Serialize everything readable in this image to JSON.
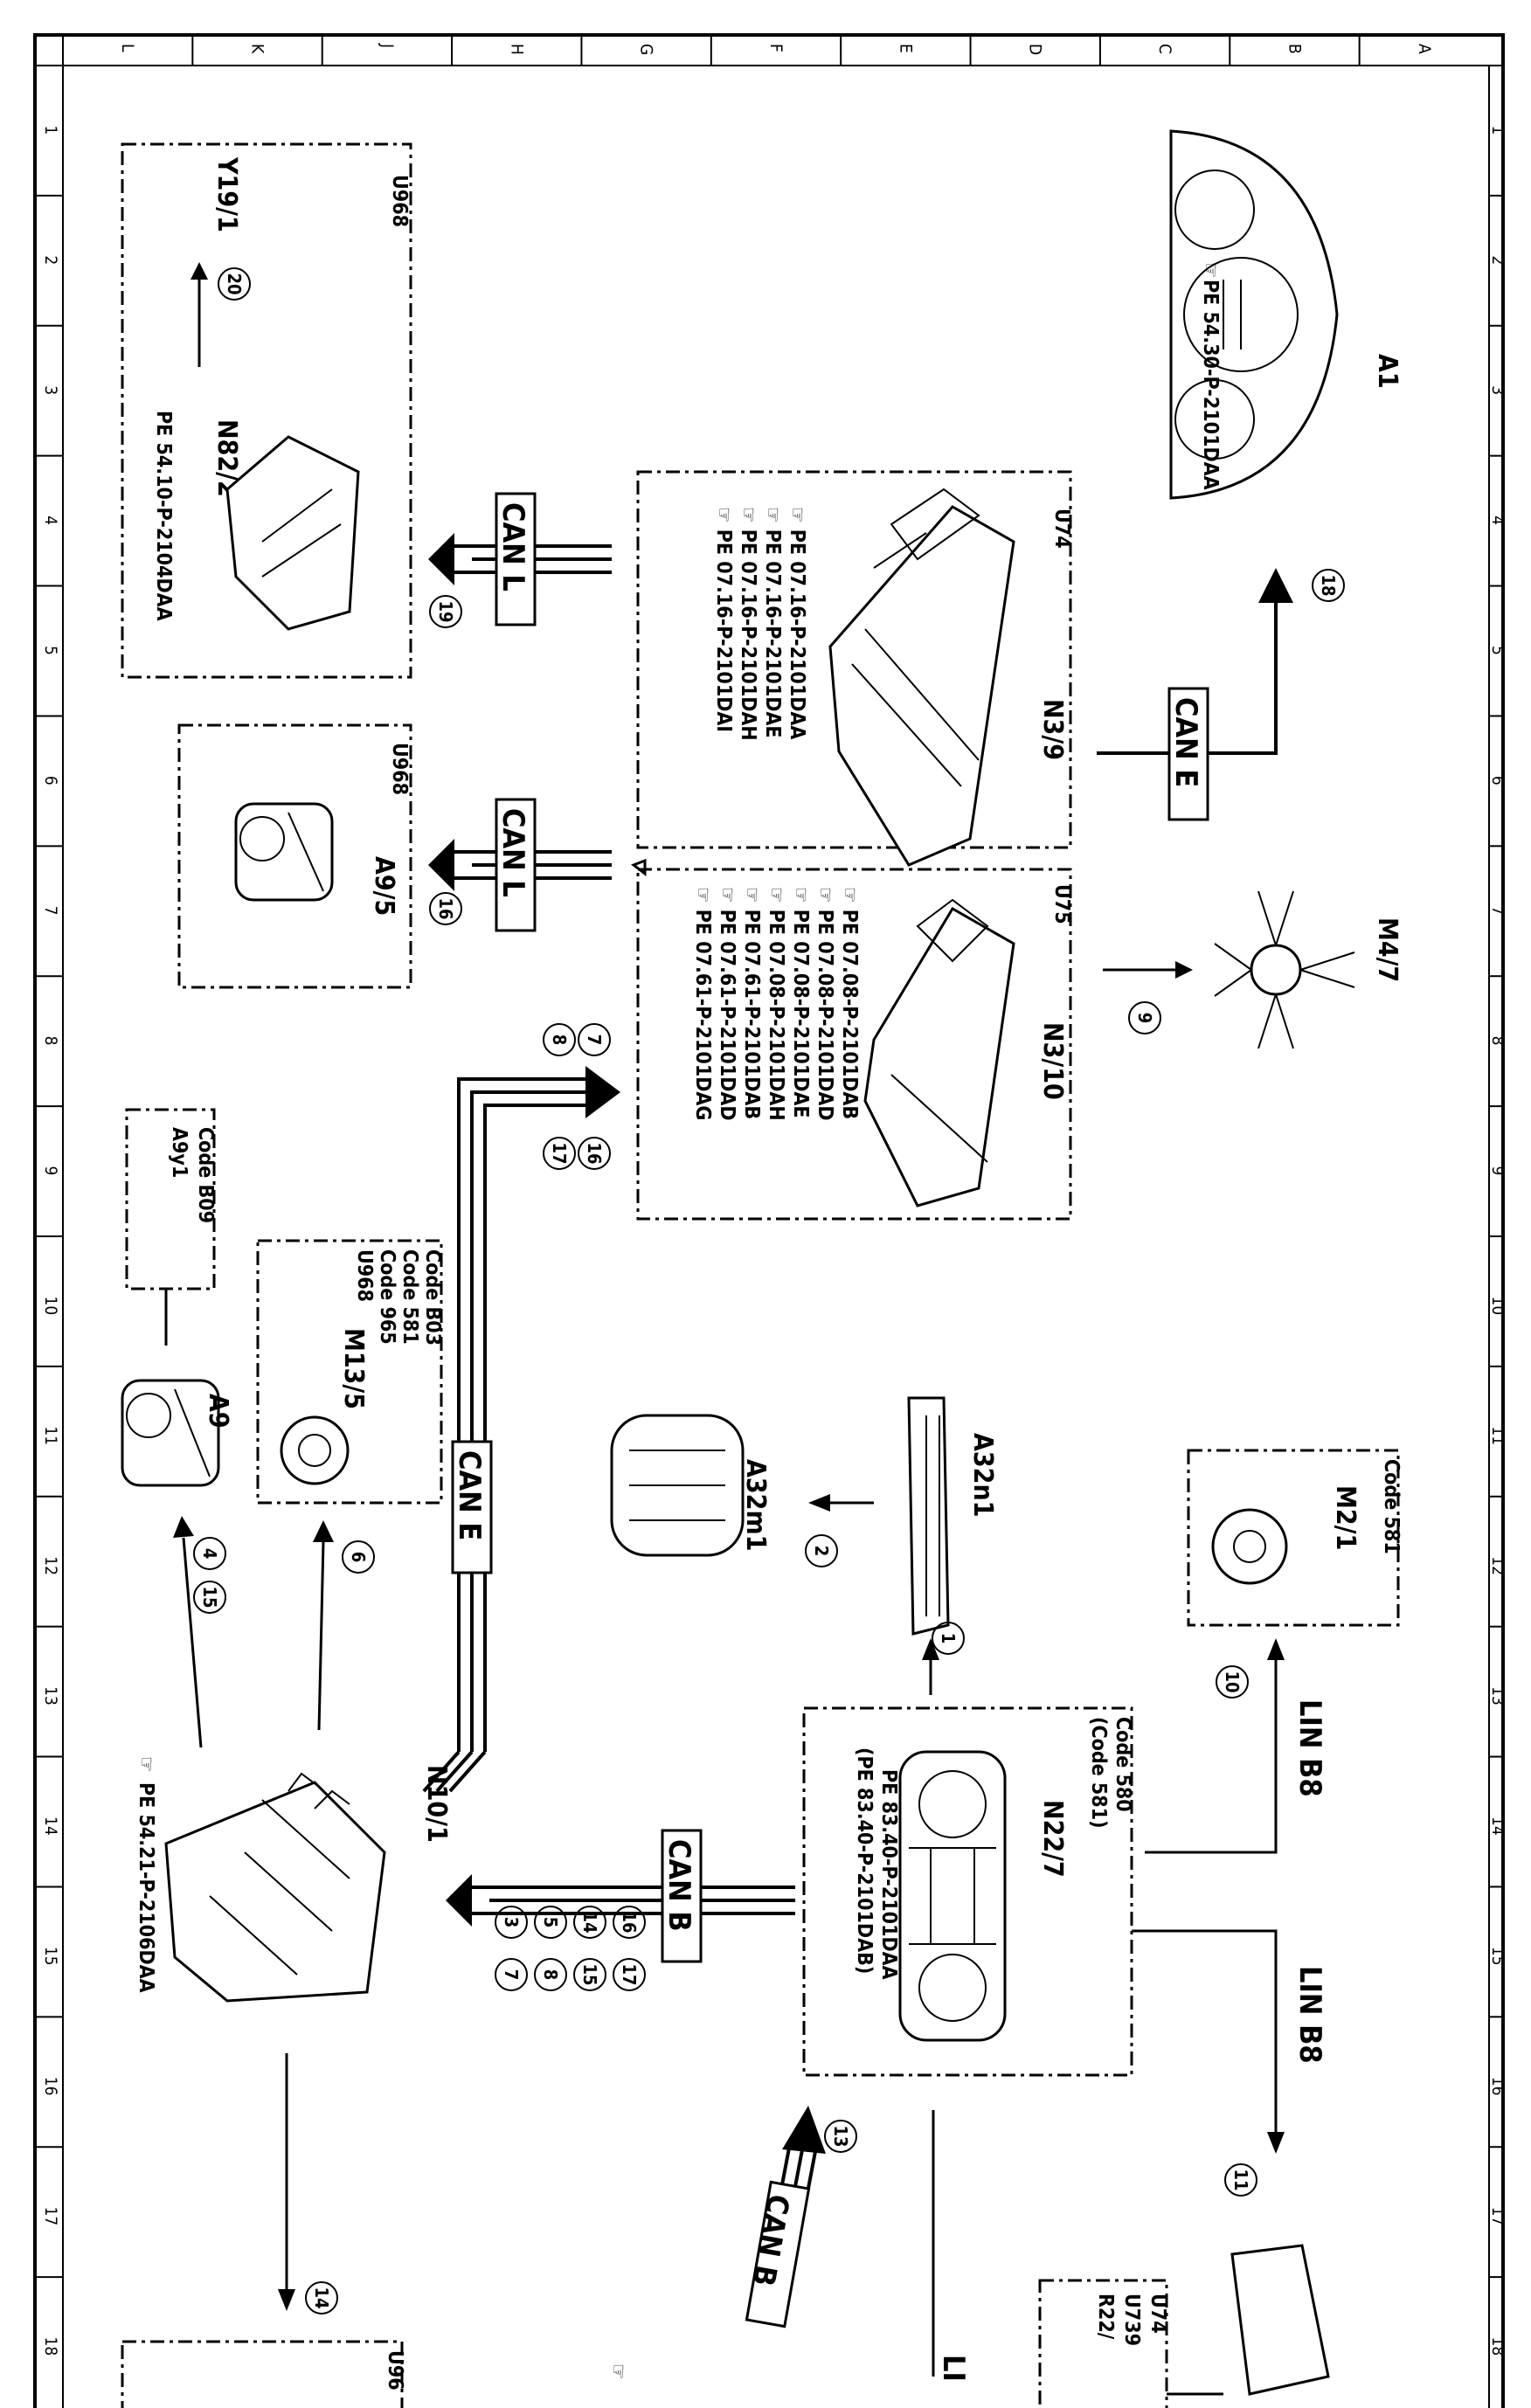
{
  "border": {
    "column_letters": [
      "L",
      "K",
      "J",
      "H",
      "G",
      "F",
      "E",
      "D",
      "C",
      "B",
      "A"
    ],
    "row_numbers": [
      "1",
      "2",
      "3",
      "4",
      "5",
      "6",
      "7",
      "8",
      "9",
      "10",
      "11",
      "12",
      "13",
      "14",
      "15",
      "16",
      "17",
      "18"
    ]
  },
  "components": {
    "a1": {
      "label": "A1",
      "ref": "PE 54.30-P-2101DAA"
    },
    "u74_box": {
      "code": "U74",
      "label": "N3/9",
      "refs": [
        "PE 07.16-P-2101DAA",
        "PE 07.16-P-2101DAE",
        "PE 07.16-P-2101DAH",
        "PE 07.16-P-2101DAI"
      ]
    },
    "u75_box": {
      "code": "U75",
      "label": "N3/10",
      "refs": [
        "PE 07.08-P-2101DAB",
        "PE 07.08-P-2101DAD",
        "PE 07.08-P-2101DAE",
        "PE 07.08-P-2101DAH",
        "PE 07.61-P-2101DAB",
        "PE 07.61-P-2101DAD",
        "PE 07.61-P-2101DAG"
      ]
    },
    "n82_box": {
      "code": "U968",
      "label": "N82/2",
      "label2": "Y19/1",
      "ref": "PE 54.10-P-2104DAA"
    },
    "a95_box": {
      "code": "U968",
      "label": "A9/5"
    },
    "m47": {
      "label": "M4/7"
    },
    "m135_box": {
      "lines": [
        "Code B03",
        "Code 581",
        "Code 965",
        "U968"
      ],
      "label": "M13/5"
    },
    "a9y1_box": {
      "lines": [
        "Code B09",
        "A9y1"
      ]
    },
    "a9": {
      "label": "A9"
    },
    "a32n1": {
      "label": "A32n1"
    },
    "a32m1": {
      "label": "A32m1"
    },
    "m21_box": {
      "code": "Code 581",
      "label": "M2/1"
    },
    "n227_box": {
      "codes": [
        "Code 580",
        "(Code 581)"
      ],
      "label": "N22/7",
      "refs": [
        "PE 83.40-P-2101DAA",
        "(PE 83.40-P-2101DAB)"
      ]
    },
    "n101": {
      "label": "N10/1",
      "ref": "PE 54.21-P-2106DAA"
    },
    "bottom_box": {
      "lines": [
        "U74",
        "U739",
        "R22/"
      ]
    },
    "bottom_left_code": "U96"
  },
  "buses": {
    "can_e_top": "CAN E",
    "can_l_top": "CAN L",
    "can_l_mid": "CAN L",
    "can_e_left": "CAN E",
    "can_b_mid": "CAN B",
    "can_b_bottom": "CAN B",
    "lin_b8_top": "LIN B8",
    "lin_b8_bottom": "LIN B8",
    "lin_bottom_partial": "LI"
  },
  "callouts": {
    "c1": "1",
    "c2": "2",
    "c3": "3",
    "c4": "4",
    "c5": "5",
    "c6": "6",
    "c7": "7",
    "c8": "8",
    "c9": "9",
    "c10": "10",
    "c11": "11",
    "c13": "13",
    "c14": "14",
    "c15": "15",
    "c16": "16",
    "c17": "17",
    "c18": "18",
    "c19": "19",
    "c20": "20",
    "n227_group": [
      "16",
      "17",
      "14",
      "15",
      "5",
      "8",
      "3",
      "7"
    ],
    "u75_group": [
      "7",
      "8",
      "16",
      "17"
    ],
    "a9_group": [
      "4",
      "15"
    ]
  }
}
